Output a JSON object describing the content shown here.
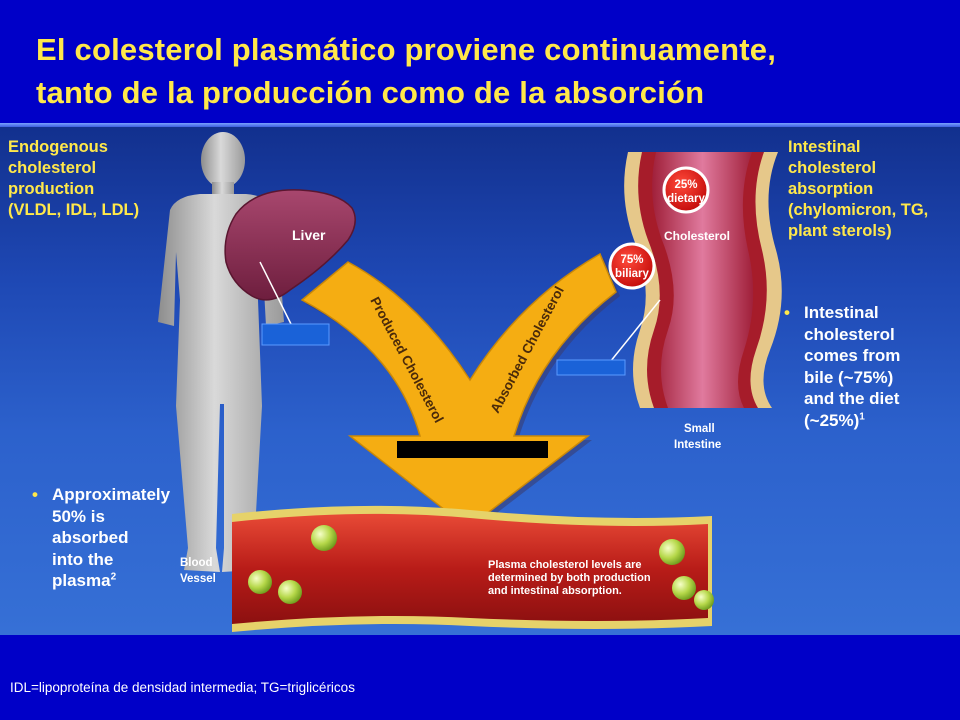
{
  "title": {
    "line1": "El colesterol plasmático proviene continuamente,",
    "line2": "tanto de la producción como de la absorción"
  },
  "labels": {
    "endogenous": [
      "Endogenous",
      "cholesterol",
      "production",
      "(VLDL, IDL, LDL)"
    ],
    "intestinal": [
      "Intestinal",
      "cholesterol",
      "absorption",
      "(chylomicron, TG,",
      "plant sterols)"
    ]
  },
  "diagram": {
    "liver": "Liver",
    "produced": "Produced Cholesterol",
    "absorbed": "Absorbed Cholesterol",
    "dietary_pct": "25%",
    "dietary_word": "dietary",
    "biliary_pct": "75%",
    "biliary_word": "biliary",
    "cholesterol": "Cholesterol",
    "small_intestine_1": "Small",
    "small_intestine_2": "Intestine",
    "blood_vessel_1": "Blood",
    "blood_vessel_2": "Vessel",
    "plasma_note_1": "Plasma cholesterol levels are",
    "plasma_note_2": "determined by both production",
    "plasma_note_3": "and intestinal absorption."
  },
  "bullets": {
    "intestinal": [
      "Intestinal",
      "cholesterol",
      "comes from",
      "bile (~75%)",
      "and the diet",
      "(~25%)"
    ],
    "intestinal_ref": "1",
    "absorbed": [
      "Approximately",
      "50% is",
      "absorbed",
      "into the",
      "plasma"
    ],
    "absorbed_ref": "2"
  },
  "footnote": "IDL=lipoproteína de densidad intermedia; TG=triglicéricos",
  "colors": {
    "background": "#0000c8",
    "title": "#ffe84a",
    "arrow": "#f5ad12",
    "liver": "#8c2c52",
    "vessel": "#b8201c",
    "badge": "#e01010"
  }
}
